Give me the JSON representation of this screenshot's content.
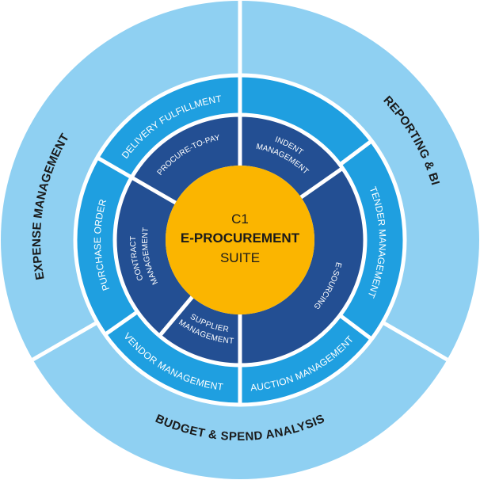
{
  "center": {
    "line1": "C1",
    "line2": "E-PROCUREMENT",
    "line3": "SUITE"
  },
  "outer_ring": {
    "expense": "EXPENSE MANAGEMENT",
    "reporting": "REPORTING & BI",
    "budget": "BUDGET & SPEND ANALYSIS"
  },
  "middle_ring": {
    "delivery": "DELIVERY FULFILLMENT",
    "purchase": "PURCHASE ORDER",
    "vendor": "VENDOR MANAGEMENT",
    "auction": "AUCTION MANAGEMENT",
    "tender": "TENDER MANAGEMENT"
  },
  "inner_ring": {
    "p2p": "PROCURE-TO-PAY",
    "indent_1": "INDENT",
    "indent_2": "MANAGEMENT",
    "contract_1": "CONTRACT",
    "contract_2": "MANAGEMENT",
    "supplier_1": "SUPPLIER",
    "supplier_2": "MANAGEMENT",
    "esourcing": "E-SOURCING"
  },
  "colors": {
    "outer": "#8fd0f2",
    "middle": "#1f9fe0",
    "inner": "#234f93",
    "center": "#fbb500",
    "divider": "#ffffff",
    "text_dark": "#1a1a1a",
    "text_light": "#ffffff"
  }
}
